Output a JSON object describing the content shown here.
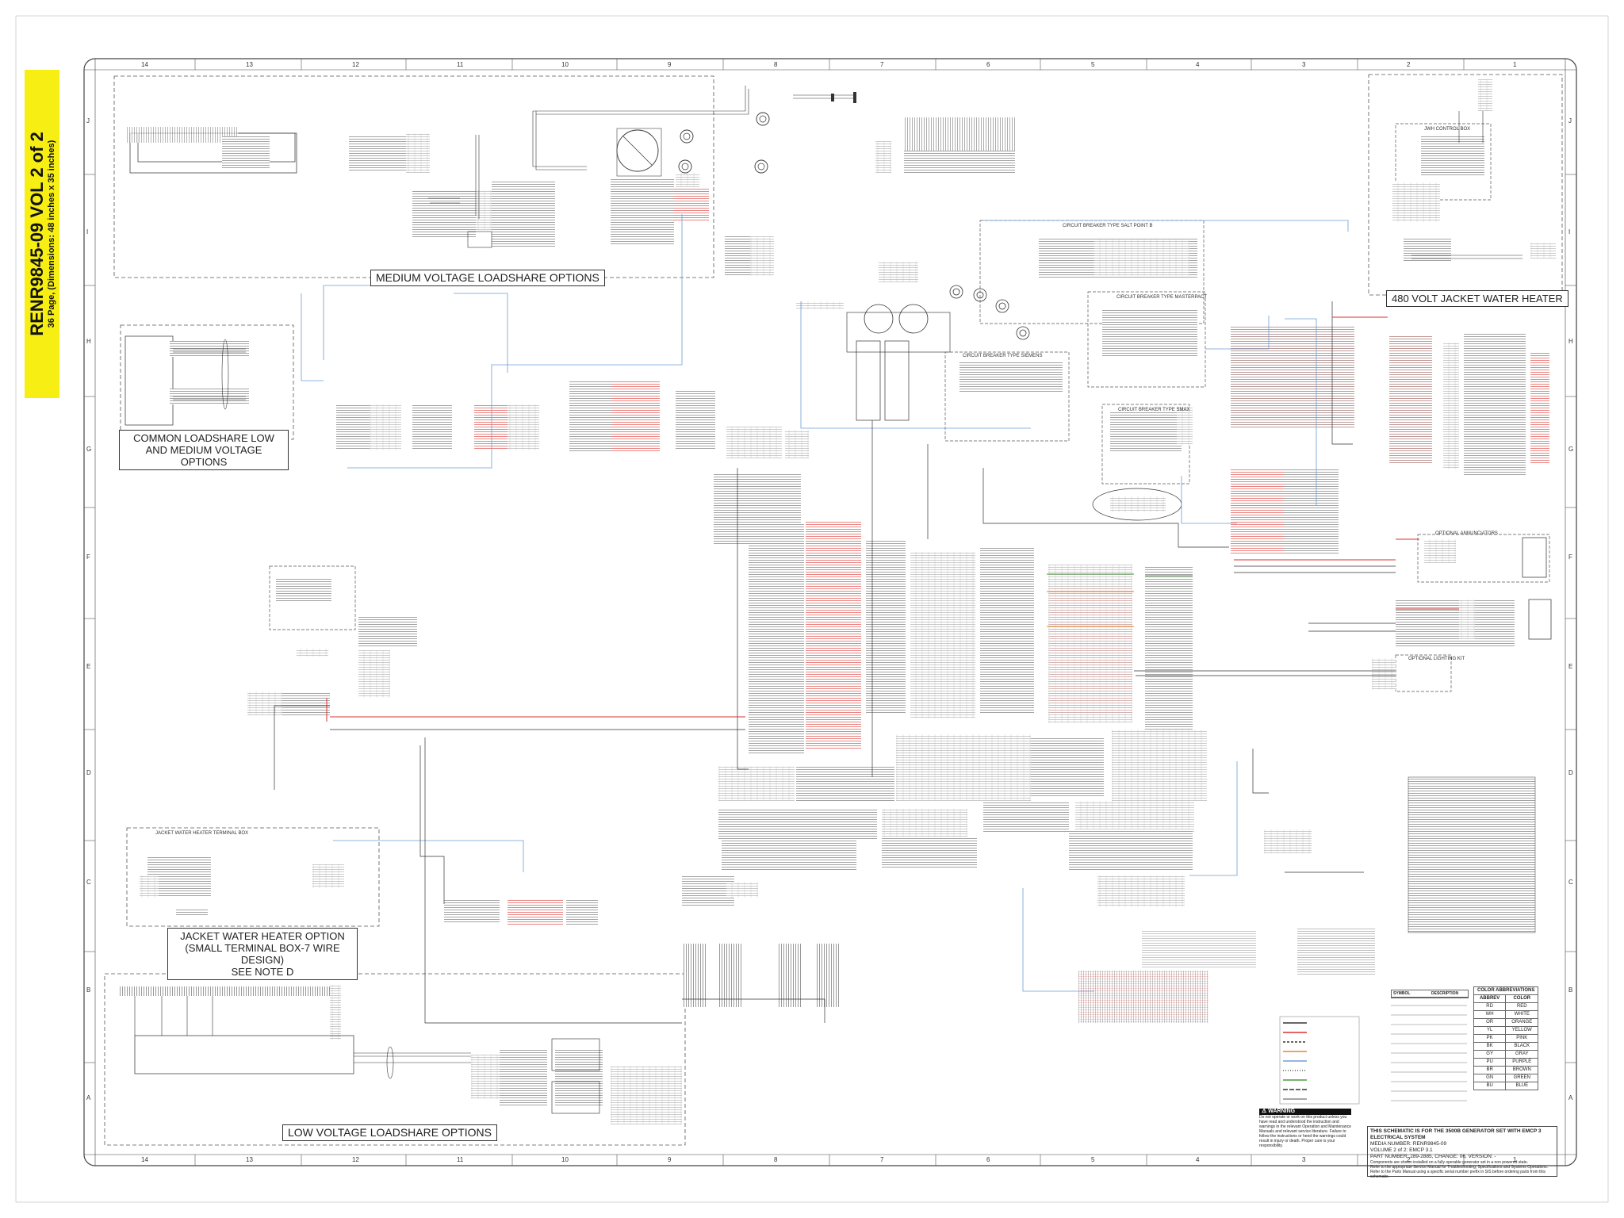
{
  "sidebar": {
    "title": "RENR9845-09 VOL 2 of 2",
    "subtitle": "36 Page, (Dimensions: 48 inches x 35 inches)"
  },
  "grid": {
    "columns": [
      "14",
      "13",
      "12",
      "11",
      "10",
      "9",
      "8",
      "7",
      "6",
      "5",
      "4",
      "3",
      "2",
      "1"
    ],
    "rows": [
      "J",
      "I",
      "H",
      "G",
      "F",
      "E",
      "D",
      "C",
      "B",
      "A"
    ]
  },
  "section_labels": {
    "medium_voltage": "MEDIUM VOLTAGE LOADSHARE OPTIONS",
    "jacket_480": "480 VOLT JACKET WATER HEATER",
    "common_loadshare": "COMMON LOADSHARE LOW AND MEDIUM VOLTAGE OPTIONS",
    "jacket_option_1": "JACKET WATER HEATER OPTION",
    "jacket_option_2": "(SMALL TERMINAL BOX-7 WIRE DESIGN)",
    "jacket_option_3": "SEE NOTE D",
    "low_voltage": "LOW VOLTAGE LOADSHARE OPTIONS",
    "jwh_control_box": "JWH CONTROL BOX",
    "jwh_terminal_box": "JACKET WATER HEATER TERMINAL BOX",
    "optional_annunciators": "OPTIONAL ANNUNCIATORS",
    "optional_lighting": "OPTIONAL LIGHTING KIT",
    "circuit_breaker_1": "CIRCUIT BREAKER TYPE SALT POINT B",
    "circuit_breaker_2": "CIRCUIT BREAKER TYPE MASTERPACT",
    "circuit_breaker_3": "CIRCUIT BREAKER TYPE SIEMENS",
    "circuit_breaker_4": "CIRCUIT BREAKER TYPE SMAX"
  },
  "warning": {
    "header": "WARNING",
    "text": "Do not operate or work on this product unless you have read and understood the instruction and warnings in the relevant Operation and Maintenance Manuals and relevant service literature. Failure to follow the instructions or heed the warnings could result in injury or death. Proper care is your responsibility."
  },
  "title_block": {
    "line1": "THIS SCHEMATIC IS FOR THE 3500B GENERATOR SET WITH EMCP 3",
    "line2": "ELECTRICAL SYSTEM",
    "line3": "MEDIA NUMBER: RENR9845-09",
    "line4": "VOLUME 2 of 2: EMCP 3.1",
    "line5": "PART NUMBER: 289-2885, CHANGE: 06, VERSION: -",
    "line6": "Components are shown installed on a fully operable generator set in a non powered state.",
    "line7": "Refer to the appropriate Service Manual for Troubleshooting, Specifications and Systems Operations.",
    "line8": "Refer to the Parts Manual using a specific serial number prefix in SIS before ordering parts from this schematic."
  },
  "symbols": {
    "headers": [
      "SYMBOL",
      "DESCRIPTION"
    ]
  },
  "color_abbreviations": {
    "title": "COLOR ABBREVIATIONS",
    "headers": [
      "ABBREV",
      "COLOR"
    ],
    "rows": [
      [
        "RD",
        "RED"
      ],
      [
        "WH",
        "WHITE"
      ],
      [
        "OR",
        "ORANGE"
      ],
      [
        "YL",
        "YELLOW"
      ],
      [
        "PK",
        "PINK"
      ],
      [
        "BK",
        "BLACK"
      ],
      [
        "GY",
        "GRAY"
      ],
      [
        "PU",
        "PURPLE"
      ],
      [
        "BR",
        "BROWN"
      ],
      [
        "GN",
        "GREEN"
      ],
      [
        "BU",
        "BLUE"
      ]
    ]
  },
  "colors": {
    "sidebar_bg": "#f7ef14",
    "wire_red": "#d8322d",
    "wire_blue": "#6d9fd3",
    "wire_orange": "#e08a2c",
    "wire_green": "#4a9a3c",
    "line_dark": "#333333"
  }
}
